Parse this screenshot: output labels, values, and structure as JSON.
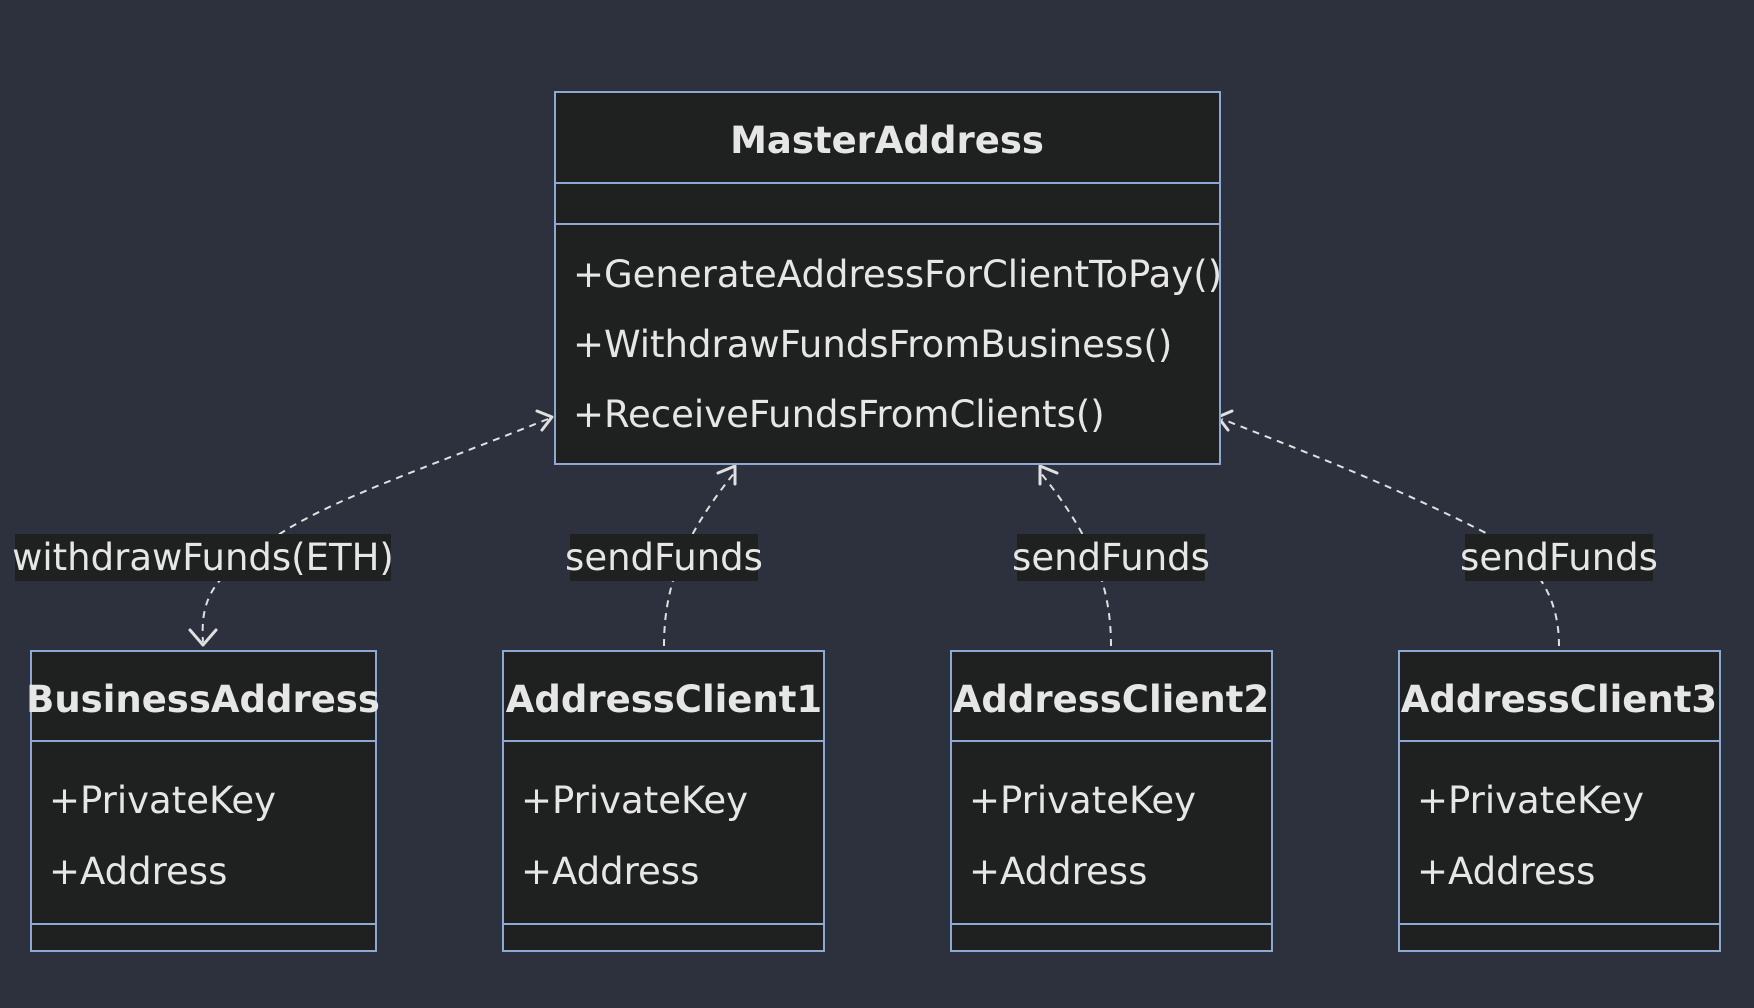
{
  "diagram": {
    "type": "class-diagram",
    "classes": {
      "master": {
        "name": "MasterAddress",
        "methods": [
          "+GenerateAddressForClientToPay()",
          "+WithdrawFundsFromBusiness()",
          "+ReceiveFundsFromClients()"
        ]
      },
      "business": {
        "name": "BusinessAddress",
        "attributes": [
          "+PrivateKey",
          "+Address"
        ]
      },
      "client1": {
        "name": "AddressClient1",
        "attributes": [
          "+PrivateKey",
          "+Address"
        ]
      },
      "client2": {
        "name": "AddressClient2",
        "attributes": [
          "+PrivateKey",
          "+Address"
        ]
      },
      "client3": {
        "name": "AddressClient3",
        "attributes": [
          "+PrivateKey",
          "+Address"
        ]
      }
    },
    "relations": [
      {
        "from": "MasterAddress",
        "to": "BusinessAddress",
        "label": "withdrawFunds(ETH)"
      },
      {
        "from": "AddressClient1",
        "to": "MasterAddress",
        "label": "sendFunds"
      },
      {
        "from": "AddressClient2",
        "to": "MasterAddress",
        "label": "sendFunds"
      },
      {
        "from": "AddressClient3",
        "to": "MasterAddress",
        "label": "sendFunds"
      }
    ],
    "colors": {
      "background": "#2d303d",
      "box_fill": "#1f2020",
      "box_border": "#8ea8d4",
      "text": "#e6e6e6",
      "edge": "#e0e0e0"
    }
  }
}
